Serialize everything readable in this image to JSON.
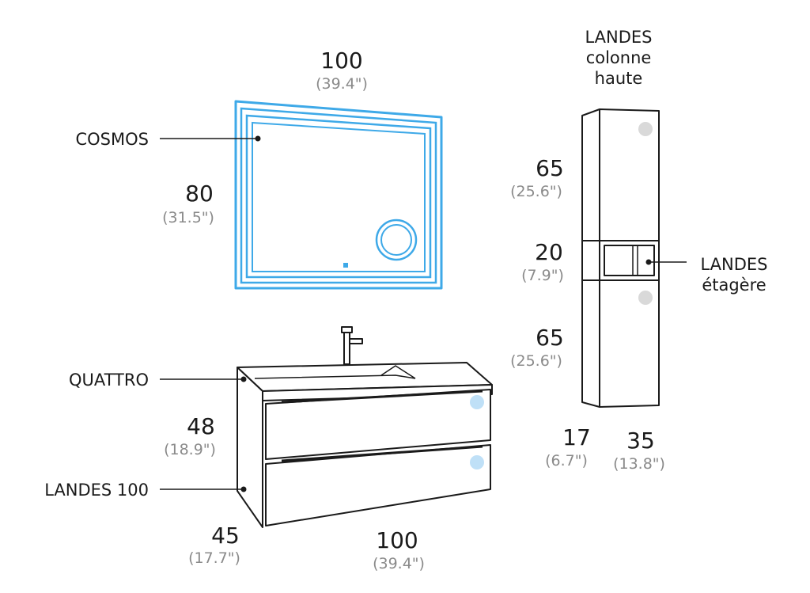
{
  "labels": {
    "cosmos": "COSMOS",
    "quattro": "QUATTRO",
    "landes100": "LANDES 100",
    "column": [
      "LANDES",
      "colonne",
      "haute"
    ],
    "shelf": [
      "LANDES",
      "étagère"
    ]
  },
  "dimensions": {
    "mirror_width": {
      "cm": "100",
      "in": "(39.4\")"
    },
    "mirror_height": {
      "cm": "80",
      "in": "(31.5\")"
    },
    "vanity_height": {
      "cm": "48",
      "in": "(18.9\")"
    },
    "vanity_depth": {
      "cm": "45",
      "in": "(17.7\")"
    },
    "vanity_width": {
      "cm": "100",
      "in": "(39.4\")"
    },
    "column_top": {
      "cm": "65",
      "in": "(25.6\")"
    },
    "shelf_height": {
      "cm": "20",
      "in": "(7.9\")"
    },
    "column_bottom": {
      "cm": "65",
      "in": "(25.6\")"
    },
    "column_depth": {
      "cm": "17",
      "in": "(6.7\")"
    },
    "column_width": {
      "cm": "35",
      "in": "(13.8\")"
    }
  },
  "colors": {
    "led_blue": "#3ea9e8",
    "outline": "#1a1a1a",
    "knob_blue": "#bfe0f7",
    "knob_grey": "#d9d9d9"
  }
}
